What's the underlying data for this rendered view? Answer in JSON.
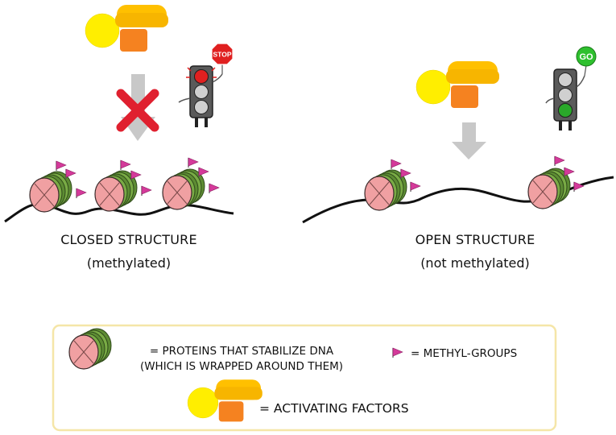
{
  "colors": {
    "nucleosome_face": "#f0a0a2",
    "nucleosome_side": "#6a9a3a",
    "methyl_flag": "#d43a9a",
    "activator_circle": "#ffee00",
    "activator_top": "#ffc000",
    "activator_bottom": "#f58220",
    "arrow": "#c8c8c8",
    "block_x": "#e0202f",
    "legend_border": "#f5e6a8",
    "traffic_red": "#e02020",
    "traffic_green": "#2aa82a"
  },
  "icons": {
    "stop_sign": "stop-sign-icon",
    "go_sign": "go-sign-icon",
    "traffic_light": "traffic-light-icon",
    "block": "red-x-icon"
  },
  "left_panel": {
    "title": "CLOSED STRUCTURE",
    "subtitle": "(methylated)",
    "stop_label": "STOP"
  },
  "right_panel": {
    "title": "OPEN STRUCTURE",
    "subtitle": "(not methylated)",
    "go_label": "GO"
  },
  "legend": {
    "proteins_line1": "= PROTEINS THAT STABILIZE DNA",
    "proteins_line2": "(WHICH IS WRAPPED AROUND THEM)",
    "methyl": "= METHYL-GROUPS",
    "activating": "= ACTIVATING FACTORS"
  }
}
